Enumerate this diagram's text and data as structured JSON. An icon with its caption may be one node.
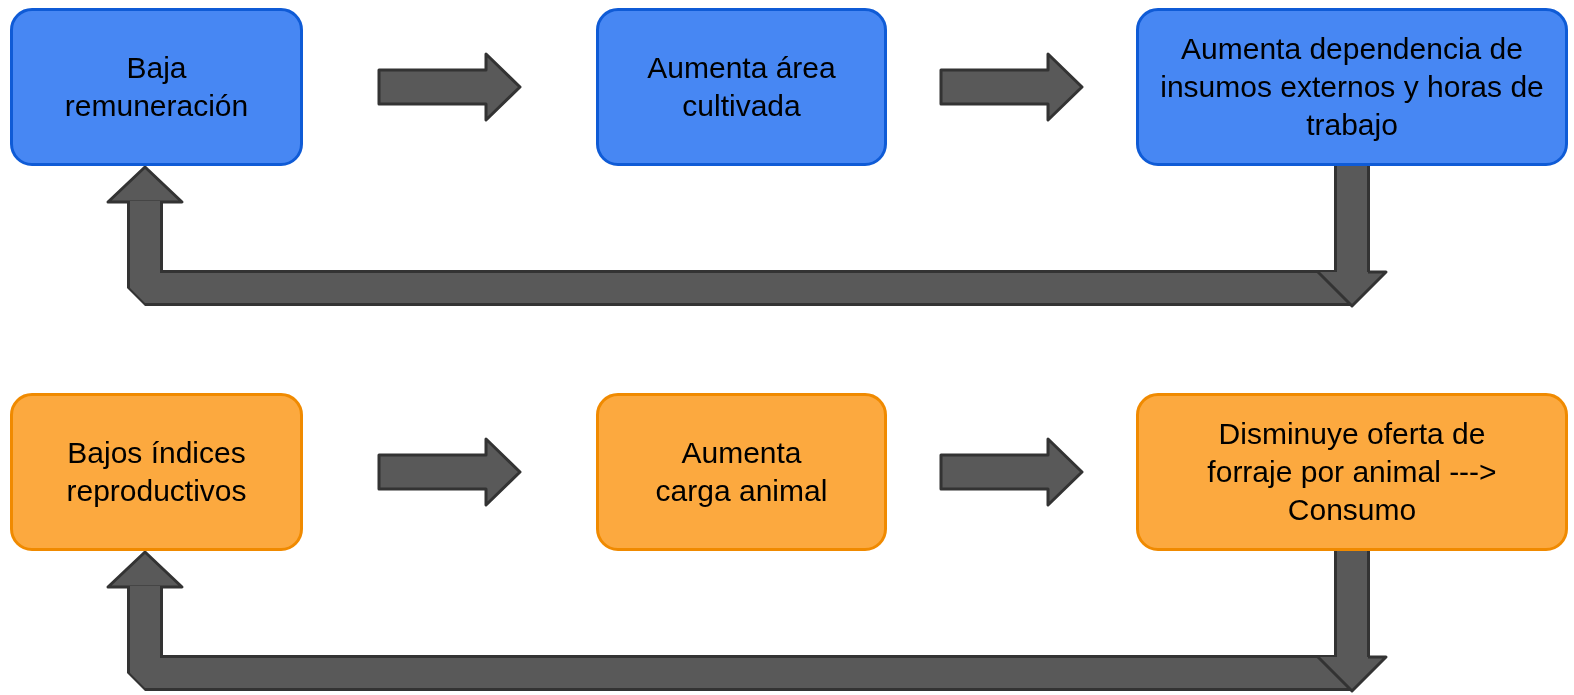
{
  "diagram": {
    "nodes": [
      {
        "text": [
          "Baja remuneración"
        ]
      },
      {
        "text": [
          "Aumenta área cultivada"
        ]
      },
      {
        "text": [
          "Aumenta dependencia de insumos externos y horas de trabajo"
        ]
      },
      {
        "text": [
          "Bajos índices reproductivos"
        ]
      },
      {
        "text": [
          "Aumenta carga animal"
        ]
      },
      {
        "text": [
          "Disminuye oferta de forraje por animal ---> Consumo"
        ]
      }
    ],
    "edges": [
      {
        "from": 0,
        "to": 1,
        "arrow": "to"
      },
      {
        "from": 1,
        "to": 2,
        "arrow": "to"
      },
      {
        "from": 2,
        "to": 0,
        "arrow": "to"
      },
      {
        "from": 3,
        "to": 4,
        "arrow": "to"
      },
      {
        "from": 4,
        "to": 5,
        "arrow": "to"
      },
      {
        "from": 5,
        "to": 3,
        "arrow": "to"
      }
    ]
  }
}
